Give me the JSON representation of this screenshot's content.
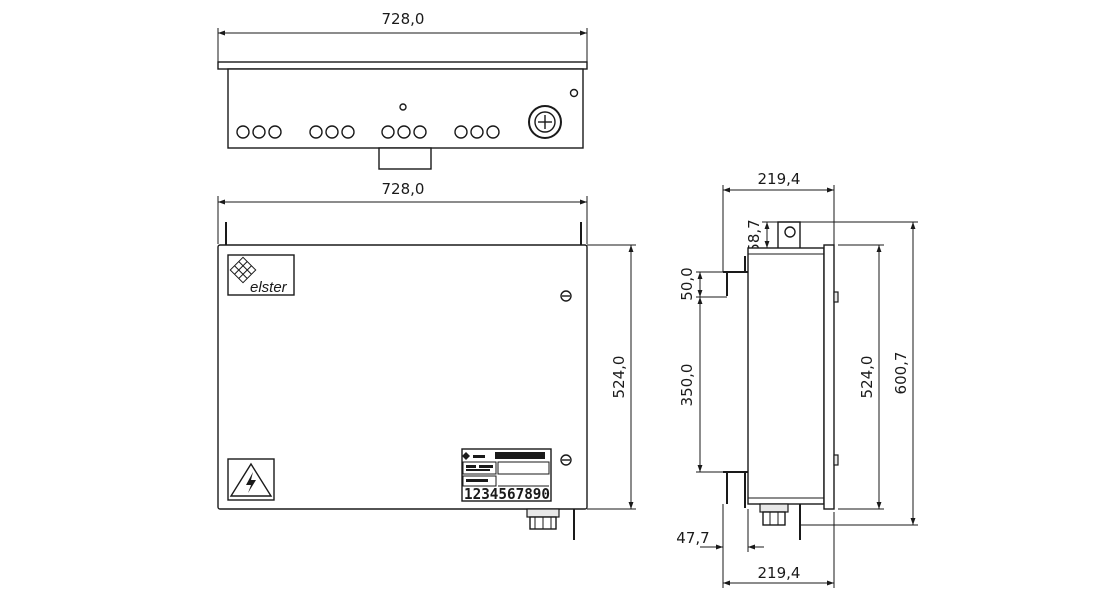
{
  "dimensions": {
    "top_width": "728,0",
    "front_width": "728,0",
    "front_height": "524,0",
    "side_depth_top": "219,4",
    "side_depth_bottom": "219,4",
    "side_lug": "58,7",
    "side_mount_offset": "50,0",
    "side_mount_spacing": "350,0",
    "side_body_height": "524,0",
    "side_total_height": "600,7",
    "side_bottom_offset": "47,7"
  },
  "brand": {
    "logo_text": "elster"
  },
  "nameplate": {
    "serial": "1234567890"
  },
  "icons": {
    "logo": "elster-logo-icon",
    "warning": "high-voltage-warning-icon"
  },
  "colors": {
    "line": "#1a1a1a",
    "background": "#ffffff"
  }
}
